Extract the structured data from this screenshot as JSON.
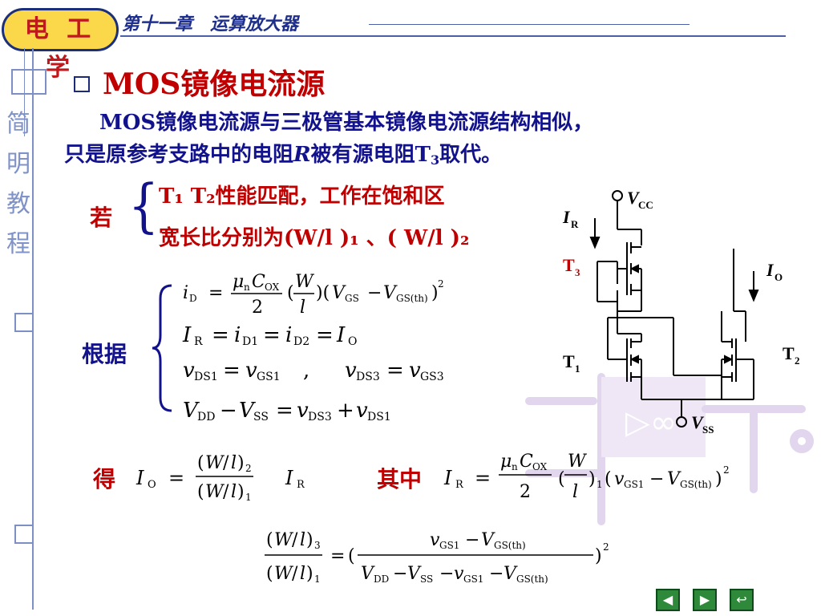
{
  "header": {
    "logo": "电 工 学",
    "chapter": "第十一章　运算放大器"
  },
  "sidebar": {
    "chars": [
      "简",
      "明",
      "教",
      "程"
    ]
  },
  "title": "MOS镜像电流源",
  "intro": {
    "line1": "MOS镜像电流源与三极管基本镜像电流源结构相似，",
    "line2_pre": "只是原参考支路中的电阻",
    "line2_R": "R",
    "line2_mid": "被有源电阻",
    "line2_T": "T",
    "line2_T_sub": "3",
    "line2_post": "取代。"
  },
  "condition": {
    "lead": "若",
    "line1": "T₁ T₂性能匹配，工作在饱和区",
    "line2": "宽长比分别为(W/l )₁ 、( W/l )₂"
  },
  "basis_label": "根据",
  "de_label": "得",
  "qizhong_label": "其中",
  "circuit": {
    "vcc": "V",
    "vcc_sub": "CC",
    "vss": "V",
    "vss_sub": "SS",
    "ir": "I",
    "ir_sub": "R",
    "io": "I",
    "io_sub": "O",
    "t3": "T",
    "t3_sub": "3",
    "t1": "T",
    "t1_sub": "1",
    "t2": "T",
    "t2_sub": "2"
  },
  "nav": {
    "prev": "◀",
    "next": "▶",
    "back": "↩"
  }
}
